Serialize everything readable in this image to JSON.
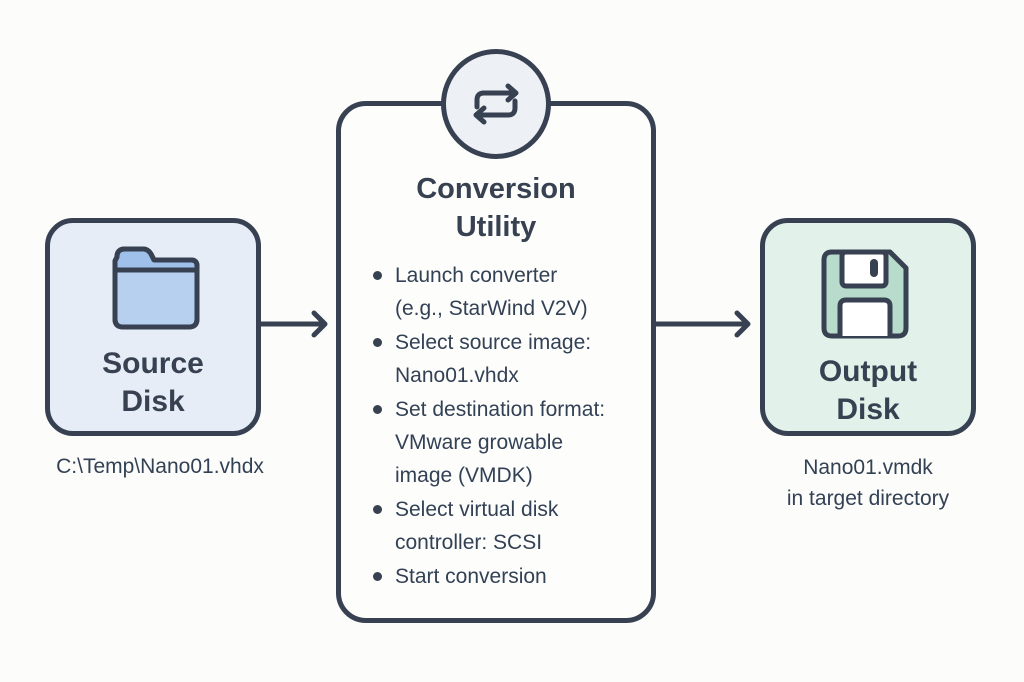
{
  "diagram": {
    "source": {
      "title_line1": "Source",
      "title_line2": "Disk",
      "icon": "folder-icon",
      "caption": "C:\\Temp\\Nano01.vhdx",
      "fill_color": "#e6edf7",
      "icon_color": "#a9c8ee"
    },
    "utility": {
      "icon": "convert-arrows-icon",
      "title_line1": "Conversion",
      "title_line2": "Utility",
      "steps": [
        {
          "line1": "Launch converter",
          "line2": "(e.g., StarWind V2V)"
        },
        {
          "line1": "Select source image:",
          "line2": "Nano01.vhdx"
        },
        {
          "line1": "Set destination format:",
          "line2": "VMware growable",
          "line3": "image (VMDK)"
        },
        {
          "line1": "Select virtual disk",
          "line2": "controller: SCSI"
        },
        {
          "line1": "Start conversion"
        }
      ]
    },
    "output": {
      "title_line1": "Output",
      "title_line2": "Disk",
      "icon": "floppy-disk-icon",
      "caption_line1": "Nano01.vmdk",
      "caption_line2": "in target directory",
      "fill_color": "#e2f2ea",
      "icon_color": "#b8dccb"
    },
    "stroke_color": "#374151",
    "background_color": "#fcfcfb"
  }
}
